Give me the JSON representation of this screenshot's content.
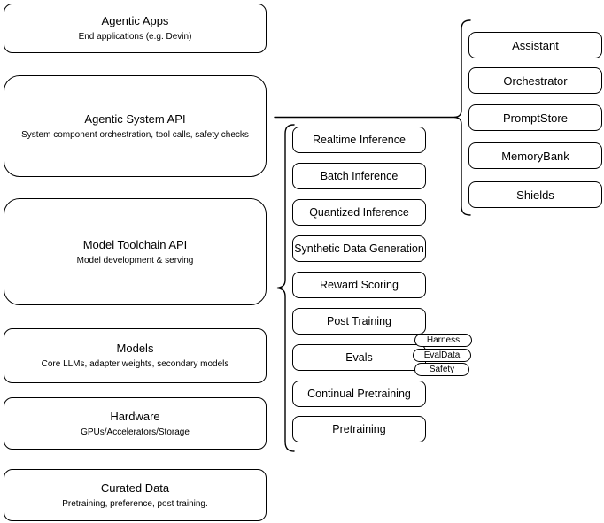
{
  "left_stack": [
    {
      "title": "Agentic Apps",
      "subtitle": "End applications (e.g. Devin)"
    },
    {
      "title": "Agentic System API",
      "subtitle": "System component orchestration, tool calls, safety checks"
    },
    {
      "title": "Model Toolchain API",
      "subtitle": "Model development & serving"
    },
    {
      "title": "Models",
      "subtitle": "Core LLMs, adapter weights, secondary models"
    },
    {
      "title": "Hardware",
      "subtitle": "GPUs/Accelerators/Storage"
    },
    {
      "title": "Curated Data",
      "subtitle": "Pretraining, preference, post training."
    }
  ],
  "toolchain_group": [
    "Realtime Inference",
    "Batch Inference",
    "Quantized Inference",
    "Synthetic Data Generation",
    "Reward Scoring",
    "Post Training",
    "Evals",
    "Continual Pretraining",
    "Pretraining"
  ],
  "evals_tags": [
    "Harness",
    "EvalData",
    "Safety"
  ],
  "system_group": [
    "Assistant",
    "Orchestrator",
    "PromptStore",
    "MemoryBank",
    "Shields"
  ],
  "colors": {
    "stroke": "#000000",
    "fill": "#ffffff"
  }
}
